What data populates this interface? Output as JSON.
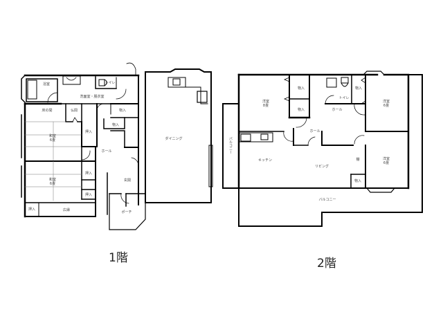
{
  "floors": [
    {
      "title": "1階",
      "rooms": [
        {
          "id": "bath",
          "label": "浴室"
        },
        {
          "id": "washroom",
          "label": "洗面室・脱衣室"
        },
        {
          "id": "toilet",
          "label": "トイレ"
        },
        {
          "id": "tokonoma",
          "label": "床の間"
        },
        {
          "id": "butsuma",
          "label": "仏間"
        },
        {
          "id": "closet1",
          "label": "物入"
        },
        {
          "id": "closet2",
          "label": "物入"
        },
        {
          "id": "oshiire1",
          "label": "押入"
        },
        {
          "id": "washitsu1",
          "label": "和室",
          "size": "6畳"
        },
        {
          "id": "hall",
          "label": "ホール"
        },
        {
          "id": "dining",
          "label": "ダイニング"
        },
        {
          "id": "washitsu2",
          "label": "和室",
          "size": "6畳"
        },
        {
          "id": "oshiire2",
          "label": "押入"
        },
        {
          "id": "oshiire3",
          "label": "押入"
        },
        {
          "id": "genkan",
          "label": "玄関"
        },
        {
          "id": "oshiire4",
          "label": "押入"
        },
        {
          "id": "engawa",
          "label": "広縁"
        },
        {
          "id": "porch",
          "label": "ポーチ"
        }
      ]
    },
    {
      "title": "2階",
      "rooms": [
        {
          "id": "youshitsu1",
          "label": "洋室",
          "size": "8畳"
        },
        {
          "id": "closet3",
          "label": "物入"
        },
        {
          "id": "closet4",
          "label": "物入"
        },
        {
          "id": "toilet2",
          "label": "トイレ"
        },
        {
          "id": "closet5",
          "label": "物入"
        },
        {
          "id": "hall2",
          "label": "ホール"
        },
        {
          "id": "youshitsu2",
          "label": "洋室",
          "size": "6畳"
        },
        {
          "id": "hall3",
          "label": "ホール"
        },
        {
          "id": "kitchen",
          "label": "キッチン"
        },
        {
          "id": "living",
          "label": "リビング"
        },
        {
          "id": "shelf",
          "label": "棚"
        },
        {
          "id": "youshitsu3",
          "label": "洋室",
          "size": "6畳"
        },
        {
          "id": "closet6",
          "label": "物入"
        },
        {
          "id": "balcony",
          "label": "バルコニー"
        },
        {
          "id": "balcony2",
          "label": "バルコニー"
        }
      ]
    }
  ]
}
